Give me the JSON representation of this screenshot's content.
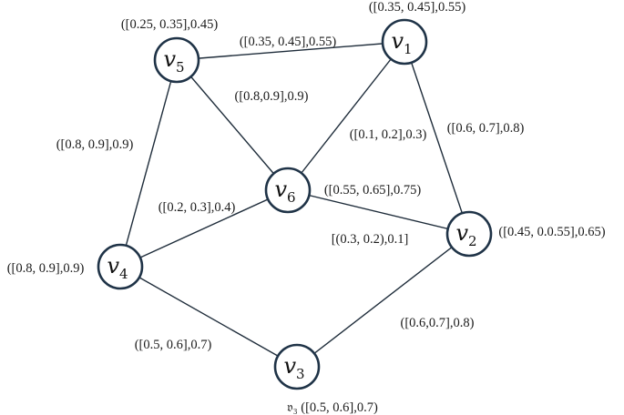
{
  "nodes": [
    {
      "id": "v1",
      "base": "v",
      "sub": "1",
      "label": "([0.35, 0.45],0.55)"
    },
    {
      "id": "v2",
      "base": "v",
      "sub": "2",
      "label": "([0.45, 0.0.55],0.65)"
    },
    {
      "id": "v3",
      "base": "v",
      "sub": "3",
      "label": "𝔳₃ ([0.5, 0.6],0.7)"
    },
    {
      "id": "v4",
      "base": "v",
      "sub": "4",
      "label": "([0.8, 0.9],0.9)"
    },
    {
      "id": "v5",
      "base": "v",
      "sub": "5",
      "label": "([0.25, 0.35],0.45)"
    },
    {
      "id": "v6",
      "base": "v",
      "sub": "6",
      "label": "([0.55, 0.65],0.75)"
    }
  ],
  "edges": [
    {
      "from": "v5",
      "to": "v1",
      "label": "([0.35, 0.45],0.55)"
    },
    {
      "from": "v1",
      "to": "v2",
      "label": "([0.6, 0.7],0.8)"
    },
    {
      "from": "v1",
      "to": "v6",
      "label": "([0.1, 0.2],0.3)"
    },
    {
      "from": "v5",
      "to": "v6",
      "label": "([0.8,0.9],0.9)"
    },
    {
      "from": "v5",
      "to": "v4",
      "label": "([0.8, 0.9],0.9)"
    },
    {
      "from": "v6",
      "to": "v4",
      "label": "([0.2, 0.3],0.4)"
    },
    {
      "from": "v6",
      "to": "v2",
      "label": "[(0.3, 0.2),0.1]"
    },
    {
      "from": "v4",
      "to": "v3",
      "label": "([0.5, 0.6],0.7)"
    },
    {
      "from": "v3",
      "to": "v2",
      "label": "([0.6,0.7],0.8)"
    }
  ]
}
